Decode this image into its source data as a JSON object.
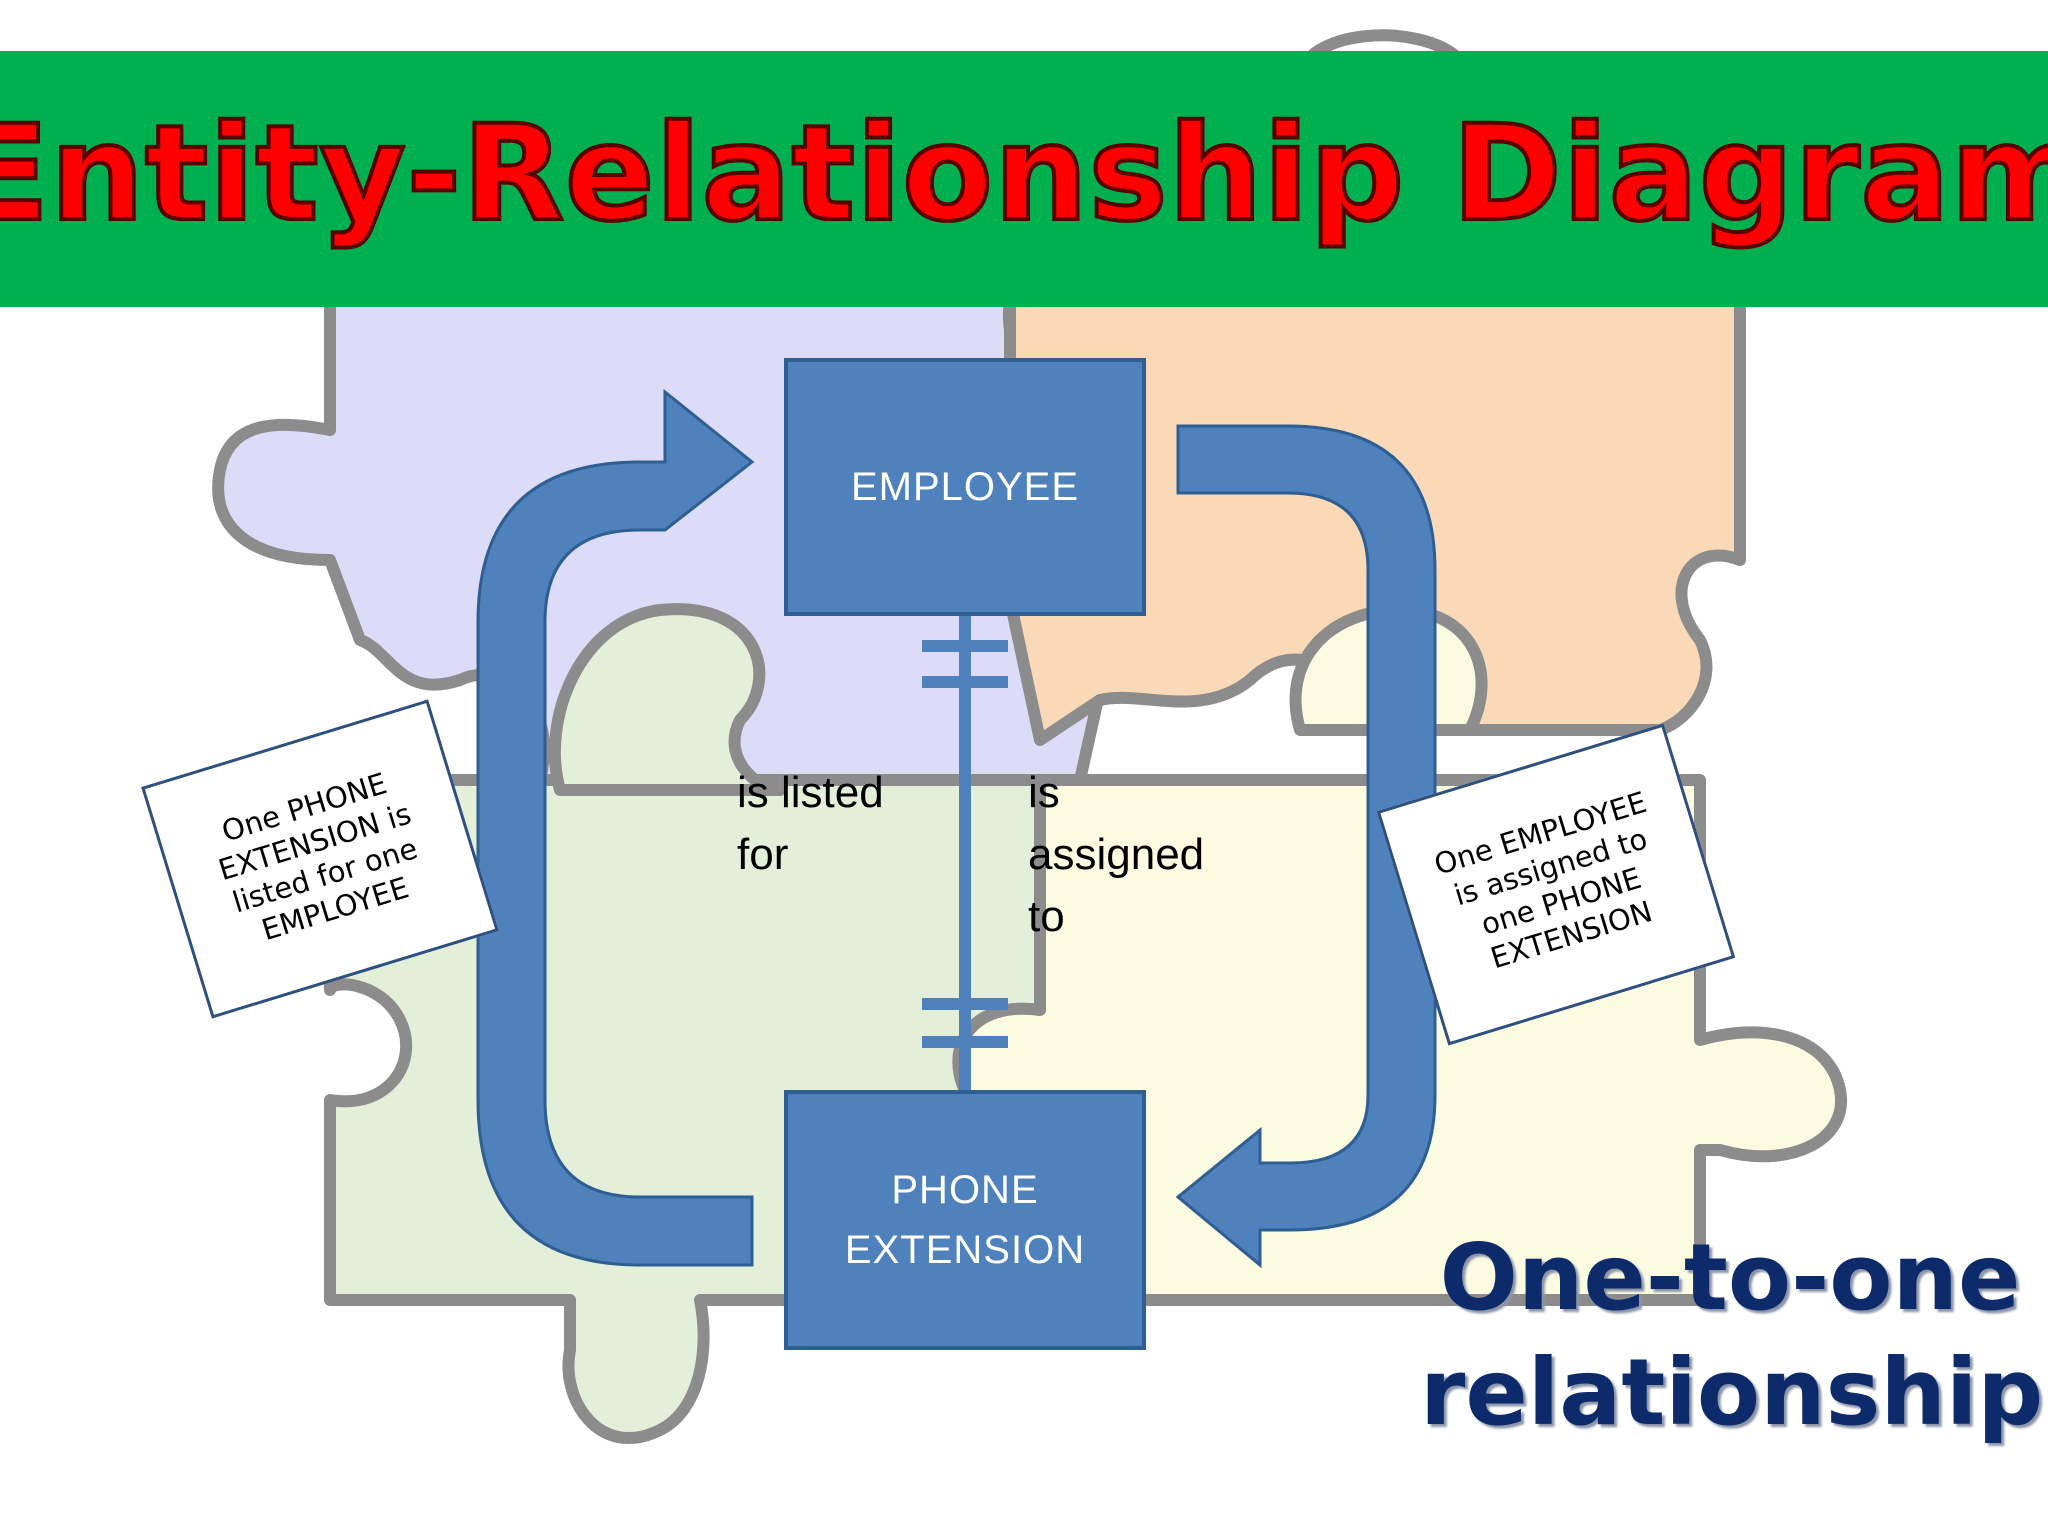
{
  "title": "Entity-Relationship Diagram",
  "entities": {
    "employee": "EMPLOYEE",
    "phone_extension": "PHONE\nEXTENSION"
  },
  "relationships": {
    "is_listed_for": "is listed\nfor",
    "is_assigned_to": "is\nassigned\nto"
  },
  "notes": {
    "left": "One PHONE EXTENSION is listed for one EMPLOYEE",
    "right": "One EMPLOYEE is assigned to one PHONE EXTENSION"
  },
  "relationship_type": "One-to-one relationship",
  "cardinality": {
    "employee_end": "exactly one",
    "phone_extension_end": "exactly one"
  },
  "colors": {
    "banner": "#00b050",
    "title_text": "#ff0000",
    "entity_fill": "#4f81bd",
    "arrow_fill": "#4f81bd",
    "relationship_type_text": "#0d2a6b",
    "puzzle_purple": "#dcdcf8",
    "puzzle_orange": "#fad9b8",
    "puzzle_green": "#e3efd9",
    "puzzle_yellow": "#fbfbe2"
  },
  "background": "jigsaw-puzzle-pieces"
}
